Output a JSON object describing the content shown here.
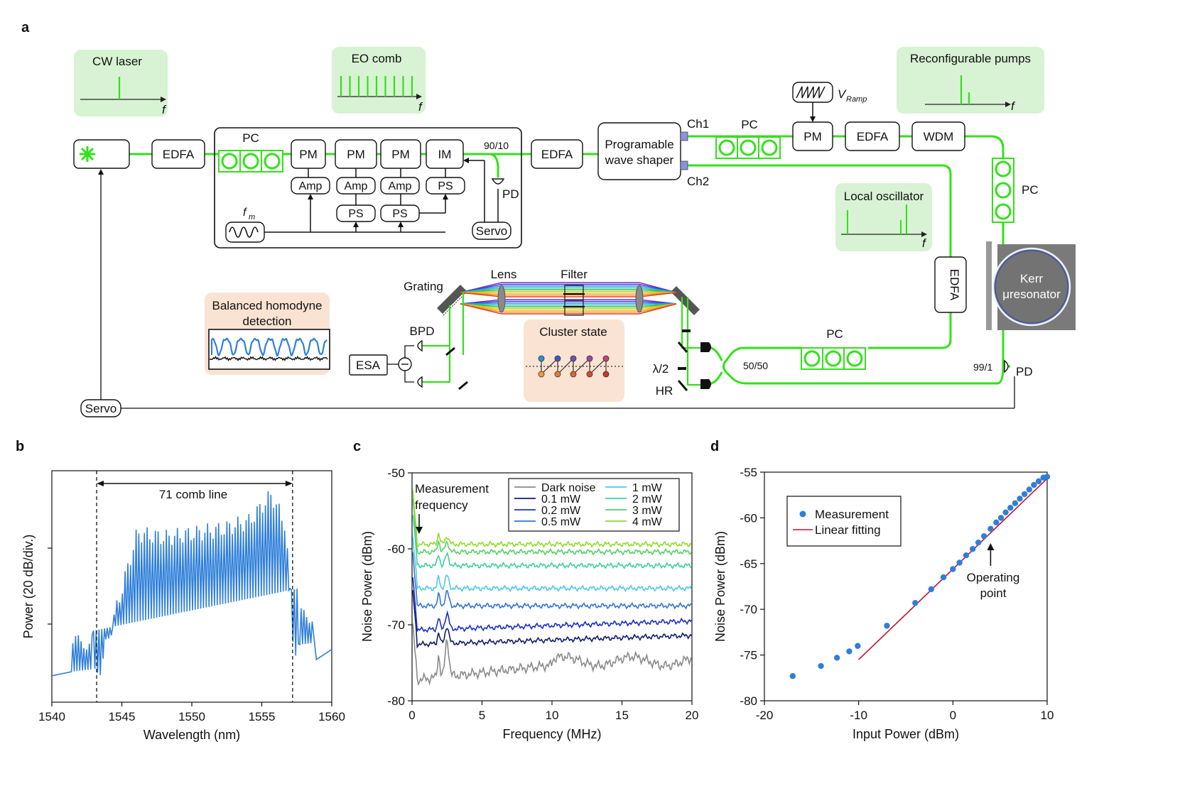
{
  "panel_labels": {
    "a": "a",
    "b": "b",
    "c": "c",
    "d": "d"
  },
  "colors": {
    "fiber": "#33e01a",
    "comb": "#2f7fd9",
    "pastel_green": "#d8f2d4",
    "pastel_orange": "#fae3d2",
    "kerr_bg": "#7a7a7a",
    "fit": "#c8102e",
    "measurement": "#2f7fd9"
  },
  "setup": {
    "cw_laser_label": "CW laser",
    "eo_comb_label": "EO comb",
    "pumps_label": "Reconfigurable pumps",
    "lo_label": "Local oscillator",
    "freq_axis": "f",
    "edfa": "EDFA",
    "pc": "PC",
    "pm": "PM",
    "im": "IM",
    "amp": "Amp",
    "ps": "PS",
    "servo": "Servo",
    "pd": "PD",
    "fm": "f",
    "fm_sub": "m",
    "split_90_10": "90/10",
    "split_50_50": "50/50",
    "split_99_1": "99/1",
    "shaper_line1": "Programable",
    "shaper_line2": "wave shaper",
    "ch1": "Ch1",
    "ch2": "Ch2",
    "vramp": "V",
    "vramp_sub": "Ramp",
    "wdm": "WDM",
    "kerr_line1": "Kerr",
    "kerr_line2": "μresonator",
    "grating": "Grating",
    "lens": "Lens",
    "filter": "Filter",
    "bpd": "BPD",
    "esa": "ESA",
    "half_wave": "λ/2",
    "hr": "HR",
    "bhd_line1": "Balanced homodyne",
    "bhd_line2": "detection",
    "cluster_label": "Cluster state"
  },
  "chart_data": [
    {
      "panel": "b",
      "type": "line",
      "xlabel": "Wavelength (nm)",
      "ylabel": "Power (20 dB/div.)",
      "xlim": [
        1540,
        1560
      ],
      "xticks": [
        "1540",
        "1545",
        "1550",
        "1555",
        "1560"
      ],
      "annotation": "71 comb line",
      "markers_x": [
        1543.2,
        1557.2
      ],
      "comb_lines": 71,
      "series": [
        {
          "values": [
            [
              1540,
              6
            ],
            [
              1543.2,
              6
            ],
            [
              1546,
              76
            ],
            [
              1548,
              74
            ],
            [
              1550,
              76
            ],
            [
              1552,
              78
            ],
            [
              1554,
              82
            ],
            [
              1555.6,
              95
            ],
            [
              1556.6,
              80
            ],
            [
              1557.2,
              18
            ],
            [
              1560,
              18
            ]
          ]
        }
      ]
    },
    {
      "panel": "c",
      "type": "line",
      "xlabel": "Frequency (MHz)",
      "ylabel": "Noise Power (dBm)",
      "xlim": [
        0,
        20
      ],
      "ylim": [
        -80,
        -50
      ],
      "xticks": [
        "0",
        "5",
        "10",
        "15",
        "20"
      ],
      "yticks": [
        "-50",
        "-60",
        "-70",
        "-80"
      ],
      "annotation_line1": "Measurement",
      "annotation_line2": "frequency",
      "series": [
        {
          "name": "Dark noise",
          "color": "#8a8a8a",
          "level": -77.3
        },
        {
          "name": "0.1 mW",
          "color": "#101c6e",
          "level": -72.6
        },
        {
          "name": "0.2 mW",
          "color": "#1a2fc4",
          "level": -70.7
        },
        {
          "name": "0.5 mW",
          "color": "#2f74d8",
          "level": -67.5
        },
        {
          "name": "1 mW",
          "color": "#4fc8e8",
          "level": -65.2
        },
        {
          "name": "2 mW",
          "color": "#3fcf9c",
          "level": -62.2
        },
        {
          "name": "3 mW",
          "color": "#55d06a",
          "level": -60.4
        },
        {
          "name": "4 mW",
          "color": "#8fdc2a",
          "level": -59.4
        }
      ]
    },
    {
      "panel": "d",
      "type": "scatter",
      "xlabel": "Input Power (dBm)",
      "ylabel": "Noise Power (dBm)",
      "xlim": [
        -20,
        10
      ],
      "ylim": [
        -80,
        -55
      ],
      "xticks": [
        "-20",
        "-10",
        "0",
        "10"
      ],
      "yticks": [
        "-55",
        "-60",
        "-65",
        "-70",
        "-75",
        "-80"
      ],
      "legend": [
        "Measurement",
        "Linear fitting"
      ],
      "annotation_line1": "Operating",
      "annotation_line2": "point",
      "operating_point_x": 4,
      "points": [
        [
          -17,
          -77.3
        ],
        [
          -14,
          -76.2
        ],
        [
          -12.3,
          -75.3
        ],
        [
          -11,
          -74.6
        ],
        [
          -10.1,
          -74.0
        ],
        [
          -7,
          -71.8
        ],
        [
          -4,
          -69.3
        ],
        [
          -2.3,
          -67.8
        ],
        [
          -1,
          -66.5
        ],
        [
          0,
          -65.6
        ],
        [
          0.7,
          -64.9
        ],
        [
          1.4,
          -64.1
        ],
        [
          2.1,
          -63.4
        ],
        [
          2.7,
          -62.7
        ],
        [
          3.3,
          -62.0
        ],
        [
          4.0,
          -61.2
        ],
        [
          4.6,
          -60.5
        ],
        [
          5.1,
          -60.0
        ],
        [
          5.6,
          -59.4
        ],
        [
          6.1,
          -58.9
        ],
        [
          6.6,
          -58.4
        ],
        [
          7.1,
          -57.9
        ],
        [
          7.6,
          -57.4
        ],
        [
          8.1,
          -56.9
        ],
        [
          8.6,
          -56.4
        ],
        [
          9.1,
          -56.0
        ],
        [
          9.6,
          -55.6
        ],
        [
          10,
          -55.5
        ]
      ],
      "fit": [
        [
          -10,
          -75.5
        ],
        [
          10,
          -55.7
        ]
      ]
    }
  ]
}
